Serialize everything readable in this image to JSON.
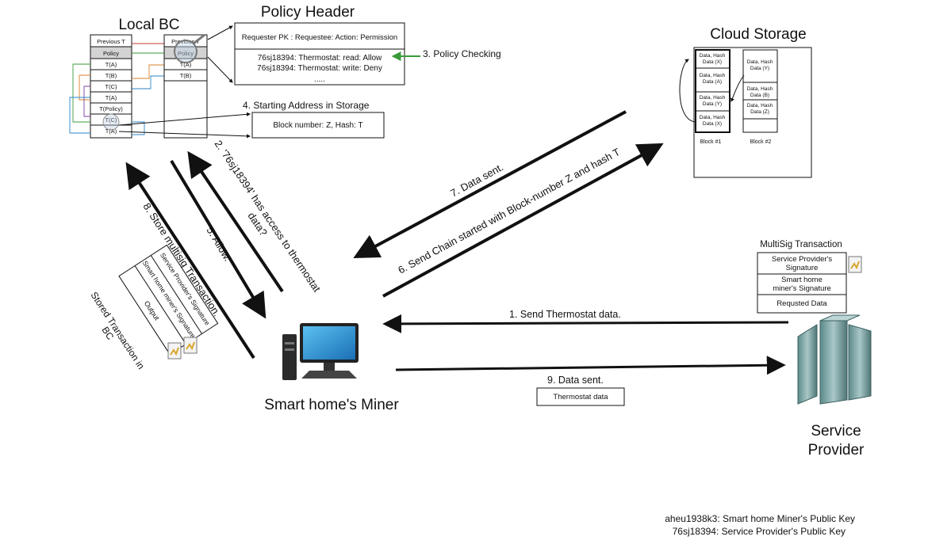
{
  "local_bc": {
    "title": "Local BC",
    "block1_cells": [
      "Previous T",
      "Policy",
      "T(A)",
      "T(B)",
      "T(C)",
      "T(A)",
      "T(Policy)",
      "T(C)",
      "T(A)"
    ],
    "block2_cells": [
      "Previous T",
      "Policy",
      "T(A)",
      "T(B)"
    ]
  },
  "policy_header": {
    "title": "Policy Header",
    "header_row": "Requester PK : Requestee: Action: Permission",
    "rows": [
      "76sj18394: Thermostat: read: Allow",
      "76sj18394: Thermostat: write: Deny",
      "....."
    ]
  },
  "storage_address": {
    "label": "4. Starting Address in Storage",
    "value": "Block number: Z,  Hash: T"
  },
  "cloud_storage": {
    "title": "Cloud Storage",
    "block1_cells": [
      "Data, Hash Data (X)",
      "Data, Hash Data (A)",
      "Data, Hash Data (Y)",
      "Data, Hash Data (X)"
    ],
    "block2_cells": [
      "Data, Hash Data (Y)",
      "Data, Hash Data (B)",
      "Data, Hash Data (Z)",
      ""
    ],
    "block1_label": "Block #1",
    "block2_label": "Block #2"
  },
  "steps": {
    "s1": "1. Send  Thermostat data.",
    "s2a": "2. '76sj18394' has access to thermostat",
    "s2b": "data?",
    "s3": "3. Policy Checking",
    "s5": "5. Allow.",
    "s6": "6. Send  Chain started with Block-number Z and hash T",
    "s7": "7. Data sent.",
    "s8": "8. Store multisig Transaction.",
    "s9": "9. Data sent."
  },
  "stored_tx": {
    "caption_line1": "Stored Transaction in",
    "caption_line2": "BC",
    "cells": [
      "Service Provider's Signature",
      "Smart home miner's Signature",
      "Output"
    ]
  },
  "multisig": {
    "title": "MultiSig Transaction",
    "cells": [
      "Service Provider's Signature",
      "Smart home miner's Signature",
      "Requsted Data"
    ]
  },
  "thermostat_box": "Thermostat data",
  "miner_label": "Smart home's Miner",
  "provider_label_line1": "Service",
  "provider_label_line2": "Provider",
  "legend": [
    "aheu1938k3: Smart home Miner's Public Key",
    "76sj18394: Service Provider's Public Key"
  ],
  "colors": {
    "policy_check_arrow": "#3a9a3a",
    "grey_cell": "#d3d3d3"
  }
}
